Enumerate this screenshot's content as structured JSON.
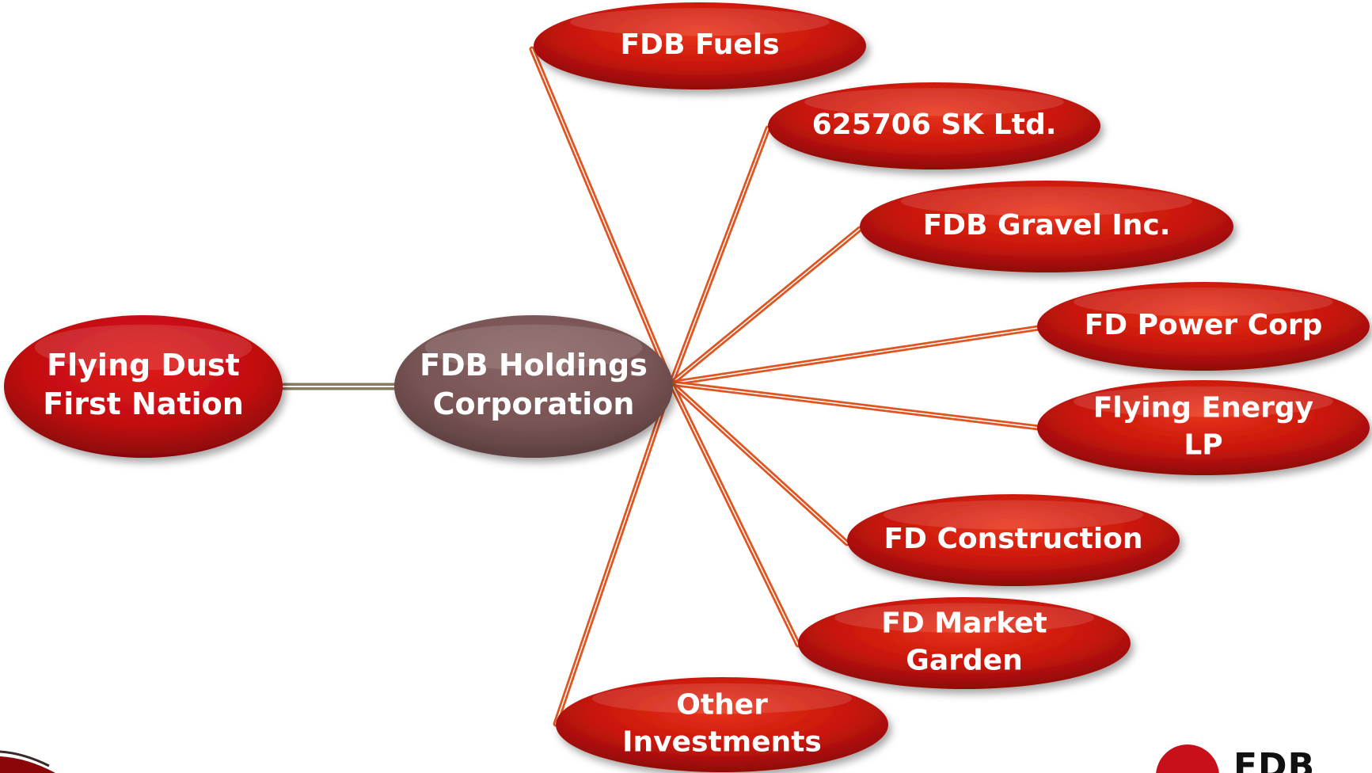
{
  "diagram": {
    "root": {
      "lines": [
        "Flying Dust",
        "First Nation"
      ]
    },
    "hub": {
      "lines": [
        "FDB Holdings",
        "Corporation"
      ]
    },
    "subsidiaries": [
      {
        "id": "fdb-fuels",
        "lines": [
          "FDB Fuels"
        ]
      },
      {
        "id": "sk-ltd",
        "lines": [
          "625706 SK Ltd."
        ]
      },
      {
        "id": "fdb-gravel",
        "lines": [
          "FDB Gravel Inc."
        ]
      },
      {
        "id": "fd-power",
        "lines": [
          "FD Power Corp"
        ]
      },
      {
        "id": "flying-energy",
        "lines": [
          "Flying Energy",
          "LP"
        ]
      },
      {
        "id": "fd-construction",
        "lines": [
          "FD Construction"
        ]
      },
      {
        "id": "fd-market-garden",
        "lines": [
          "FD Market",
          "Garden"
        ]
      },
      {
        "id": "other-investments",
        "lines": [
          "Other",
          "Investments"
        ]
      }
    ]
  },
  "logo": {
    "text": "FDB"
  },
  "colors": {
    "node_red": "#c8150a",
    "node_red_dark": "#8e0b06",
    "hub_brown": "#7a5656",
    "connector_orange": "#e0541f",
    "root_link": "#8a7a5e"
  }
}
